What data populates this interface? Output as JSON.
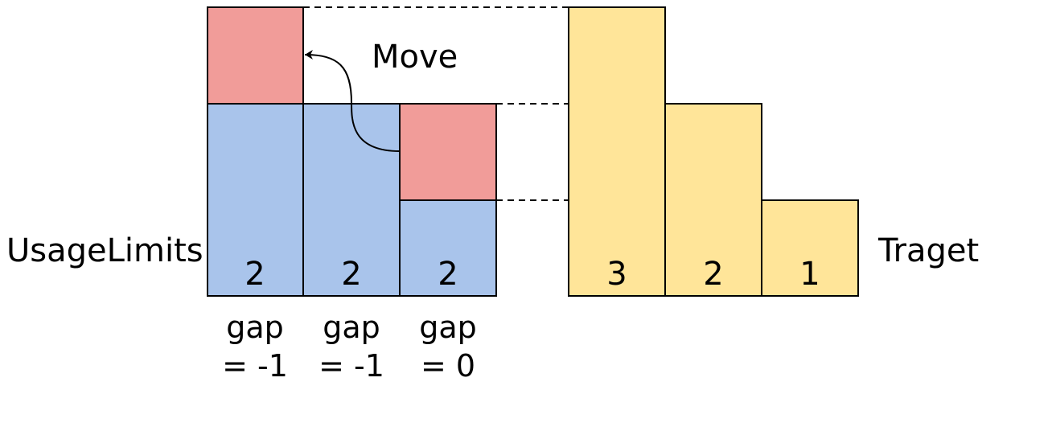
{
  "labels": {
    "usage_limits": "UsageLimits",
    "target": "Traget",
    "move": "Move"
  },
  "usage_columns": [
    {
      "value": "2",
      "gap_line1": "gap",
      "gap_line2": "= -1"
    },
    {
      "value": "2",
      "gap_line1": "gap",
      "gap_line2": "= -1"
    },
    {
      "value": "2",
      "gap_line1": "gap",
      "gap_line2": "= 0"
    }
  ],
  "target_columns": [
    {
      "value": "3"
    },
    {
      "value": "2"
    },
    {
      "value": "1"
    }
  ],
  "colors": {
    "usage_fill": "#a9c4eb",
    "moved_fill": "#f19c99",
    "target_fill": "#ffe599",
    "stroke": "#000000"
  }
}
